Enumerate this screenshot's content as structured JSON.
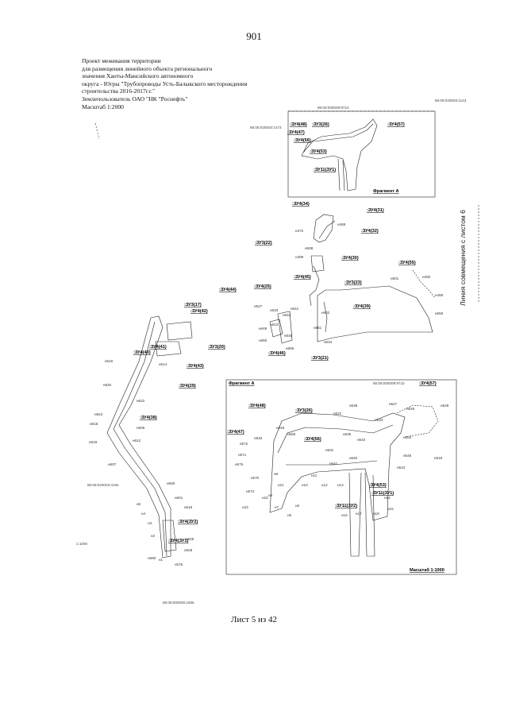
{
  "page_number": "901",
  "header": {
    "lines": [
      "Проект межевания территории",
      "для размещения линейного объекта регионального",
      "значения Ханты-Мансийского автономного",
      "округа - Югры \"Трубопроводы Усть-Балыкского месторождения",
      "строительства 2016-2017г.г.\"",
      "Землепользователь ОАО \"НК \"Роснефть\"",
      "Масштаб 1:2000"
    ]
  },
  "side_label": "Линия совмещения с листом 6",
  "footer": "Лист 5 из 42",
  "fragment_top": {
    "cadastral_top": "86:08:000009:9710",
    "cadastral_left": "86:08:020003:1473",
    "cadastral_right": "86:08:020003:1143",
    "title": "Фрагмент А",
    "labels": [
      ":ЗУ4(48)",
      ":ЗУ3(26)",
      ":ЗУ4(47)",
      ":ЗУ4(57)",
      ":ЗУ4(56)",
      ":ЗУ4(53)",
      ":ЗУ11(ЗУ1)"
    ]
  },
  "main_plan": {
    "cadastral_bottom_left": "86:08:020003:3194",
    "cadastral_bottom": "86:08:000000:2465",
    "scale_mark_left": "1:1000",
    "labels": [
      ":ЗУ4(34)",
      ":ЗУ4(31)",
      ":ЗУ4(32)",
      ":ЗУ3(22)",
      ":ЗУ4(30)",
      ":ЗУ4(55)",
      ":ЗУ4(45)",
      ":ЗУ4(44)",
      ":ЗУ4(25)",
      ":ЗУ3(23)",
      ":ЗУ4(39)",
      ":ЗУ3(17)",
      ":ЗУ4(42)",
      ":ЗУ3(20)",
      ":ЗУ4(40)",
      ":ЗУ4(41)",
      ":ЗУ4(43)",
      ":ЗУ4(46)",
      ":ЗУ3(21)",
      ":ЗУ4(29)",
      ":ЗУ4(38)",
      ":ЗУ4(ЗУ2)",
      ":ЗУ4(ЗУ1)"
    ],
    "points": [
      "н472",
      "н468",
      "н508",
      "н499",
      "н501",
      "н492",
      "н466",
      "н656",
      "н527",
      "н633",
      "н641",
      "н642",
      "н649",
      "н643",
      "н645",
      "н650",
      "н632",
      "н651",
      "н634",
      "н655",
      "н616",
      "н614",
      "н620",
      "н824",
      "н622",
      "н818",
      "н619",
      "н609",
      "н612",
      "н607",
      "н600",
      "н601",
      "н5",
      "н4",
      "н3",
      "н2",
      "н1",
      "н618",
      "н625",
      "н628",
      "н575",
      "н580"
    ]
  },
  "fragment_a": {
    "title": "Фрагмент А",
    "cadastral": "86:08:000009:9710",
    "scale": "Масштаб 1:1000",
    "labels": [
      ":ЗУ4(48)",
      ":ЗУ3(26)",
      ":ЗУ4(47)",
      ":ЗУ4(56)",
      ":ЗУ4(57)",
      ":ЗУ4(53)",
      ":ЗУ11(ЗУ1)",
      ":ЗУ11(ЗУ2)"
    ],
    "points": [
      "н545",
      "н833",
      "н555",
      "н538",
      "н622",
      "н527",
      "н526",
      "н528",
      "н533",
      "н535",
      "н534",
      "н553",
      "н531",
      "н540",
      "н541",
      "н546",
      "н543",
      "н519",
      "н572",
      "н571",
      "н575",
      "н570",
      "н573",
      "н22",
      "н23",
      "н21",
      "н8",
      "н9",
      "н7",
      "н6",
      "н5",
      "н10",
      "н11",
      "н12",
      "н13",
      "н14",
      "н15",
      "н16",
      "н17",
      "н18"
    ]
  }
}
